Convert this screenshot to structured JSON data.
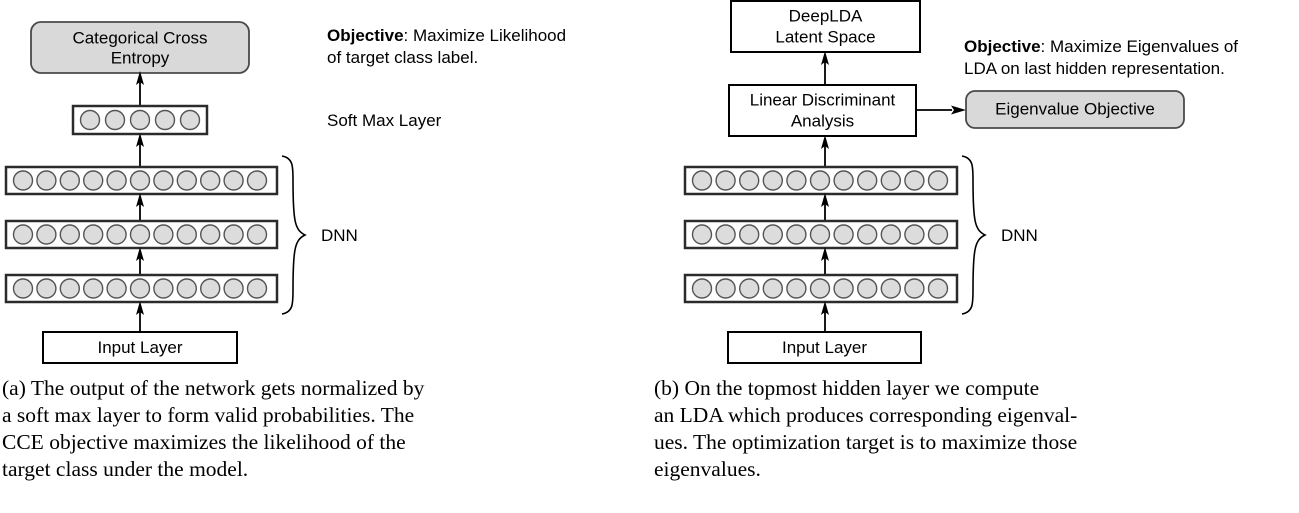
{
  "figure": {
    "background_color": "#ffffff",
    "shaded_fill": "#d9d9d9",
    "node_fill": "#dcdcdc",
    "stroke_color": "#000000"
  },
  "panel_a": {
    "id": "a",
    "objective": {
      "bold_prefix": "Objective",
      "rest_line1": ": Maximize Likelihood",
      "line2": "of target class label."
    },
    "softmax_label": "Soft Max Layer",
    "dnn_label": "DNN",
    "boxes": {
      "cce_line1": "Categorical Cross",
      "cce_line2": "Entropy",
      "input_layer": "Input Layer"
    },
    "softmax_units": 5,
    "hidden_layers": 3,
    "hidden_units": 11,
    "caption": {
      "line1": "(a) The output of the network gets normalized by",
      "line2": "a soft max layer to form valid probabilities. The",
      "line3": "CCE objective maximizes the likelihood of the",
      "line4": "target class under the model."
    }
  },
  "panel_b": {
    "id": "b",
    "objective": {
      "bold_prefix": "Objective",
      "rest_line1": ": Maximize Eigenvalues of",
      "line2": "LDA on last hidden representation."
    },
    "dnn_label": "DNN",
    "boxes": {
      "deeplda_line1": "DeepLDA",
      "deeplda_line2": "Latent Space",
      "lda_line1": "Linear Discriminant",
      "lda_line2": "Analysis",
      "eigen_objective": "Eigenvalue Objective",
      "input_layer": "Input Layer"
    },
    "hidden_layers": 3,
    "hidden_units": 11,
    "caption": {
      "line1": "(b) On the topmost hidden layer we compute",
      "line2": "an LDA which produces corresponding eigenval-",
      "line3": "ues. The optimization target is to maximize those",
      "line4": "eigenvalues."
    }
  }
}
